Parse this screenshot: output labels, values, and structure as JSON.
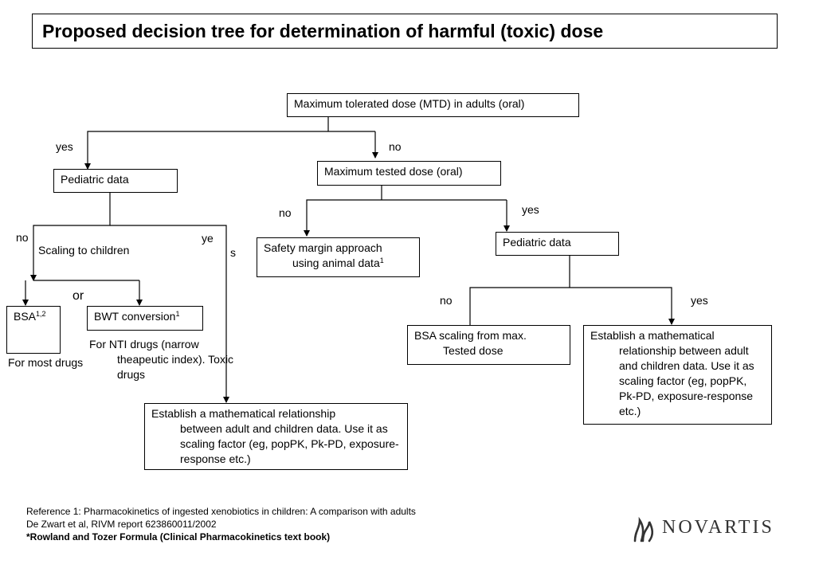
{
  "title": "Proposed decision tree for determination of harmful (toxic) dose",
  "nodes": {
    "mtd": "Maximum tolerated dose (MTD) in adults (oral)",
    "pediatric_left": "Pediatric data",
    "max_tested": "Maximum tested dose (oral)",
    "safety_margin": {
      "line1": "Safety margin approach",
      "line2": "using animal data",
      "sup": "1"
    },
    "pediatric_right": "Pediatric data",
    "bsa": {
      "text": "BSA",
      "sup": "1,2"
    },
    "bwt": {
      "text": "BWT conversion",
      "sup": "1"
    },
    "bsa_scaling": {
      "line1": "BSA scaling from max.",
      "line2": "Tested dose"
    },
    "math_right": {
      "line1": "Establish a mathematical",
      "rest": "relationship between adult and children data. Use it as scaling factor (eg, popPK, Pk-PD, exposure-response etc.)"
    },
    "math_bottom": {
      "line1": "Establish a mathematical relationship",
      "rest": "between adult and children data. Use it as scaling factor (eg, popPK, Pk-PD, exposure-response etc.)"
    }
  },
  "labels": {
    "yes_mtd": "yes",
    "no_mtd": "no",
    "no_ped_left": "no",
    "scaling_children": "Scaling to children",
    "ye": "ye",
    "s": "s",
    "or": "or",
    "no_safety": "no",
    "yes_ped_right": "yes",
    "no_bsa_scaling": "no",
    "yes_math_right": "yes",
    "most_drugs": "For most drugs",
    "nti_line1": "For NTI drugs (narrow",
    "nti_rest": "theapeutic index). Toxic drugs"
  },
  "footer": {
    "ref1": "Reference 1: Pharmacokinetics of ingested xenobiotics in children: A comparison with adults",
    "ref2": "De Zwart et al, RIVM report 623860011/2002",
    "ref3": "*Rowland and Tozer Formula (Clinical Pharmacokinetics text book)"
  },
  "logo": {
    "text": "NOVARTIS",
    "icon": "novartis-flame-icon"
  }
}
